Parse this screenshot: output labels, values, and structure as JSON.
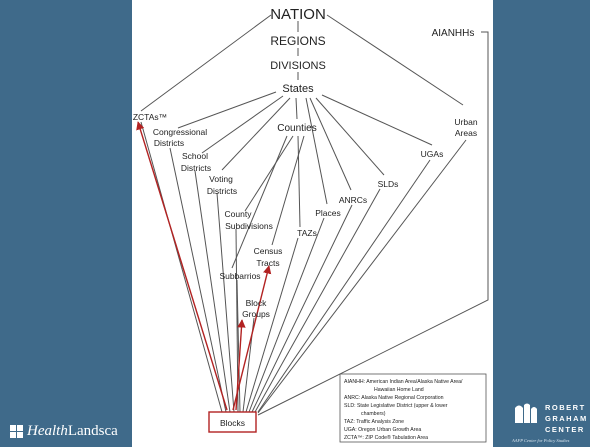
{
  "diagram": {
    "nodes": {
      "nation": "NATION",
      "regions": "REGIONS",
      "divisions": "DIVISIONS",
      "states": "States",
      "aianhhs": "AIANHHs",
      "zctas": "ZCTAs™",
      "congressional_1": "Congressional",
      "congressional_2": "Districts",
      "counties": "Counties",
      "urban_1": "Urban",
      "urban_2": "Areas",
      "school_1": "School",
      "school_2": "Districts",
      "voting_1": "Voting",
      "voting_2": "Districts",
      "ugas": "UGAs",
      "slds": "SLDs",
      "anrcs": "ANRCs",
      "places": "Places",
      "county_sub_1": "County",
      "county_sub_2": "Subdivisions",
      "tazs": "TAZs",
      "census_tracts_1": "Census",
      "census_tracts_2": "Tracts",
      "subbarrios": "Subbarrios",
      "block_groups_1": "Block",
      "block_groups_2": "Groups",
      "blocks": "Blocks"
    },
    "legend": [
      "AIANHH: American Indian Area/Alaska Native Area/",
      "Hawaiian Home Land",
      "ANRC: Alaska Native Regional Corporation",
      "SLD: State Legislative District (upper & lower",
      "chambers)",
      "TAZ: Traffic Analysis Zone",
      "UGA: Oregon Urban Growth Area",
      "ZCTA™: ZIP Code® Tabulation Area"
    ],
    "colors": {
      "line": "#555555",
      "highlight": "#b22222",
      "panel": "#3f6a8a"
    }
  },
  "logos": {
    "healthlandscape_1": "Health",
    "healthlandscape_2": "Landsca",
    "rgc_1": "ROBERT",
    "rgc_2": "GRAHAM",
    "rgc_3": "CENTER",
    "rgc_tagline": "AAFP Center for Policy Studies"
  }
}
